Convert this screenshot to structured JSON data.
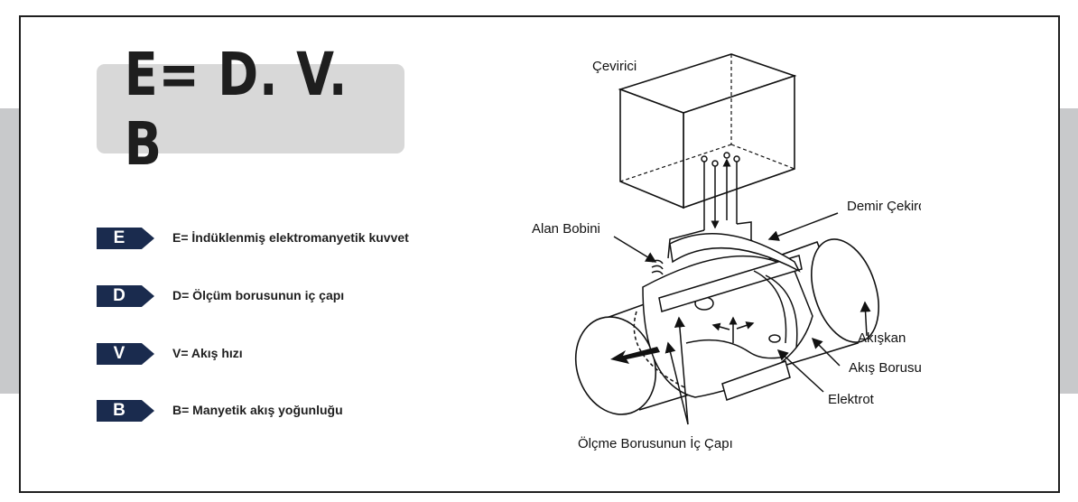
{
  "formula": "E= D. V. B",
  "legend": [
    {
      "letter": "E",
      "text": "E= İndüklenmiş elektromanyetik kuvvet"
    },
    {
      "letter": "D",
      "text": "D= Ölçüm borusunun iç çapı"
    },
    {
      "letter": "V",
      "text": "V= Akış hızı"
    },
    {
      "letter": "B",
      "text": "B= Manyetik akış yoğunluğu"
    }
  ],
  "diagram_labels": {
    "converter": "Çevirici",
    "iron_core": "Demir Çekirdek",
    "field_coil": "Alan Bobini",
    "fluid": "Akışkan",
    "flow_tube": "Akış Borusu",
    "electrode": "Elektrot",
    "inner_diameter": "Ölçme Borusunun İç Çapı"
  },
  "colors": {
    "tag": "#1a2b4e",
    "formula_bg": "#d8d8d8",
    "side_bar": "#c8c9cb"
  }
}
